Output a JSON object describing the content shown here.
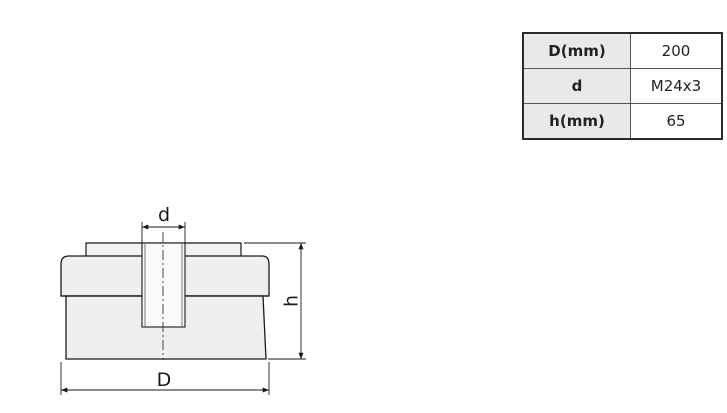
{
  "spec_table": {
    "rows": [
      {
        "key": "D(mm)",
        "value": "200"
      },
      {
        "key": "d",
        "value": "M24x3"
      },
      {
        "key": "h(mm)",
        "value": "65"
      }
    ]
  },
  "drawing": {
    "labels": {
      "thread_diameter": "d",
      "height": "h",
      "outer_diameter": "D"
    }
  }
}
